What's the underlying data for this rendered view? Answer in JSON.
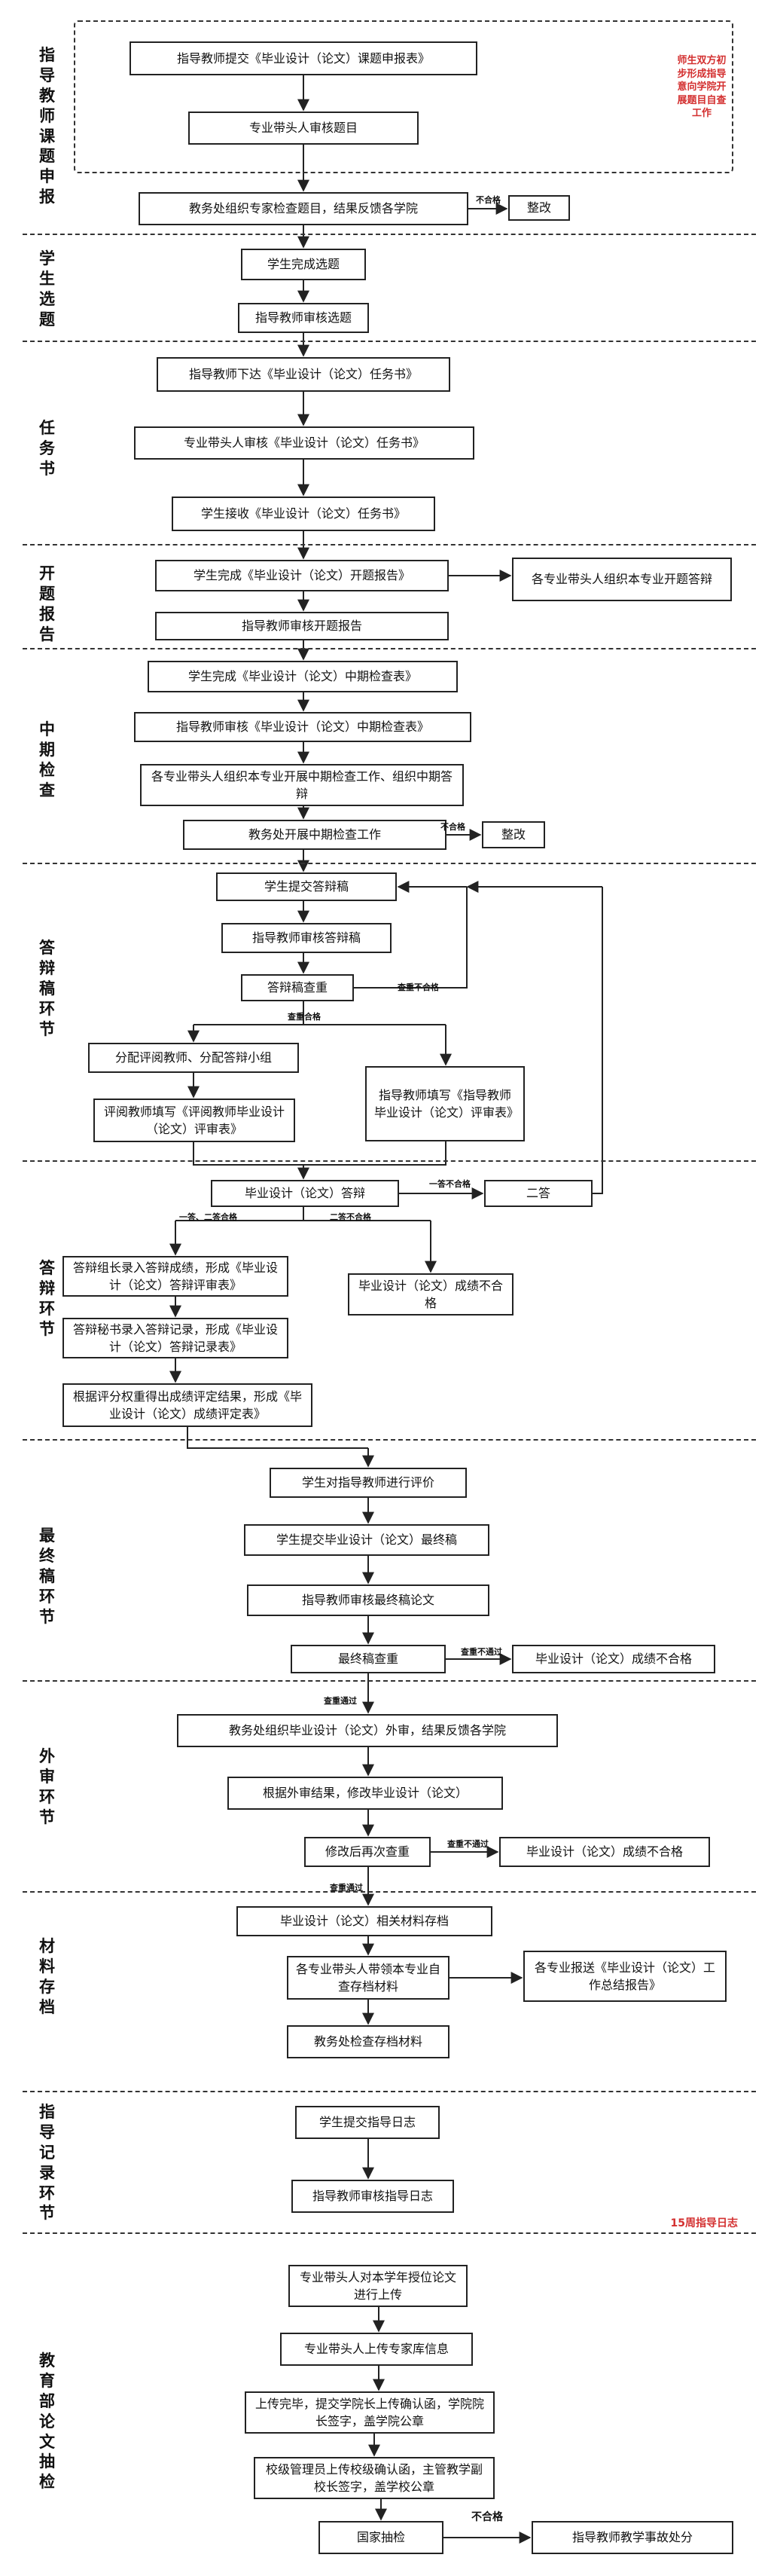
{
  "sections": {
    "s1": "指导教师课题申报",
    "s2": "学生选题",
    "s3": "任务书",
    "s4": "开题报告",
    "s5": "中期检查",
    "s6": "答辩稿环节",
    "s7": "答辩环节",
    "s8": "最终稿环节",
    "s9": "外审环节",
    "s10": "材料存档",
    "s11": "指导记录环节",
    "s12": "教育部论文抽检"
  },
  "nodes": {
    "n1": "指导教师提交《毕业设计（论文）课题申报表》",
    "n2": "专业带头人审核题目",
    "n3": "教务处组织专家检查题目，结果反馈各学院",
    "n4": "整改",
    "n5": "学生完成选题",
    "n6": "指导教师审核选题",
    "n7": "指导教师下达《毕业设计（论文）任务书》",
    "n8": "专业带头人审核《毕业设计（论文）任务书》",
    "n9": "学生接收《毕业设计（论文）任务书》",
    "n10": "学生完成《毕业设计（论文）开题报告》",
    "n11": "各专业带头人组织本专业开题答辩",
    "n12": "指导教师审核开题报告",
    "n13": "学生完成《毕业设计（论文）中期检查表》",
    "n14": "指导教师审核《毕业设计（论文）中期检查表》",
    "n15": "各专业带头人组织本专业开展中期检查工作、组织中期答辩",
    "n16": "教务处开展中期检查工作",
    "n17": "整改",
    "n18": "学生提交答辩稿",
    "n19": "指导教师审核答辩稿",
    "n20": "答辩稿查重",
    "n21": "分配评阅教师、分配答辩小组",
    "n22": "评阅教师填写《评阅教师毕业设计（论文）评审表》",
    "n23": "指导教师填写《指导教师毕业设计（论文）评审表》",
    "n24": "毕业设计（论文）答辩",
    "n25": "二答",
    "n26": "答辩组长录入答辩成绩，形成《毕业设计（论文）答辩评审表》",
    "n27": "答辩秘书录入答辩记录，形成《毕业设计（论文）答辩记录表》",
    "n28": "根据评分权重得出成绩评定结果，形成《毕业设计（论文）成绩评定表》",
    "n29": "毕业设计（论文）成绩不合格",
    "n30": "学生对指导教师进行评价",
    "n31": "学生提交毕业设计（论文）最终稿",
    "n32": "指导教师审核最终稿论文",
    "n33": "最终稿查重",
    "n34": "毕业设计（论文）成绩不合格",
    "n35": "教务处组织毕业设计（论文）外审，结果反馈各学院",
    "n36": "根据外审结果，修改毕业设计（论文）",
    "n37": "修改后再次查重",
    "n38": "毕业设计（论文）成绩不合格",
    "n39": "毕业设计（论文）相关材料存档",
    "n40": "各专业带头人带领本专业自查存档材料",
    "n41": "各专业报送《毕业设计（论文）工作总结报告》",
    "n42": "教务处检查存档材料",
    "n43": "学生提交指导日志",
    "n44": "指导教师审核指导日志",
    "n45": "专业带头人对本学年授位论文进行上传",
    "n46": "专业带头人上传专家库信息",
    "n47": "上传完毕，提交学院长上传确认函，学院院长签字，盖学院公章",
    "n48": "校级管理员上传校级确认函，主管教学副校长签字，盖学校公章",
    "n49": "国家抽检",
    "n50": "指导教师教学事故处分"
  },
  "labels": {
    "l1": "不合格",
    "l2": "不合格",
    "l3": "查重不合格",
    "l4": "查重合格",
    "l5": "一答不合格",
    "l6": "一答、二答合格",
    "l7": "二答不合格",
    "l8": "查重不通过",
    "l9": "查重通过",
    "l10": "查重不通过",
    "l11": "查重通过",
    "l12": "不合格"
  },
  "notes": {
    "red1": "师生双方初步形成指导意向学院开展题目自查工作",
    "red2": "15周指导日志"
  },
  "colors": {
    "line": "#222222",
    "note": "#d32f2f"
  }
}
